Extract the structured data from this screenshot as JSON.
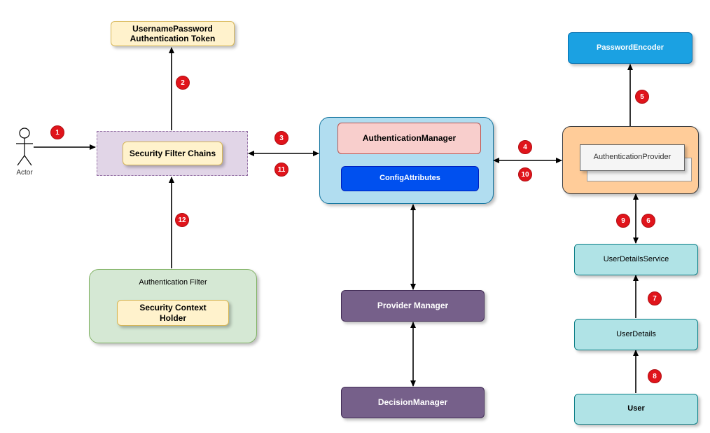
{
  "actor": {
    "label": "Actor"
  },
  "nodes": {
    "token": {
      "label_line1": "UsernamePassword",
      "label_line2": "Authentication Token"
    },
    "filter_chains_box": {
      "label": "Security Filter Chains"
    },
    "auth_manager": {
      "label": "AuthenticationManager"
    },
    "config_attributes": {
      "label": "ConfigAttributes"
    },
    "password_encoder": {
      "label": "PasswordEncoder"
    },
    "auth_provider": {
      "label": "AuthenticationProvider"
    },
    "user_details_service": {
      "label": "UserDetailsService"
    },
    "user_details": {
      "label": "UserDetails"
    },
    "user": {
      "label": "User"
    },
    "auth_filter": {
      "label": "Authentication Filter"
    },
    "security_context_holder": {
      "label_line1": "Security Context",
      "label_line2": "Holder"
    },
    "provider_manager": {
      "label": "Provider Manager"
    },
    "decision_manager": {
      "label": "DecisionManager"
    }
  },
  "steps": [
    "1",
    "2",
    "3",
    "4",
    "5",
    "6",
    "7",
    "8",
    "9",
    "10",
    "11",
    "12"
  ],
  "colors": {
    "token_fill": "#fff2cc",
    "token_border": "#d6b656",
    "chains_fill": "#e1d5e7",
    "chains_border": "#9673a6",
    "manager_fill": "#b1ddf0",
    "manager_border": "#10739e",
    "auth_manager_fill": "#f8cecc",
    "auth_manager_border": "#b85450",
    "config_fill": "#0050ef",
    "config_border": "#001dbc",
    "encoder_fill": "#1ba1e2",
    "encoder_border": "#006eaf",
    "provider_outer_fill": "#ffcc99",
    "provider_outer_border": "#36393d",
    "provider_inner_fill": "#f5f5f5",
    "provider_inner_border": "#666666",
    "service_fill": "#b0e3e6",
    "service_border": "#0e8088",
    "filter_fill": "#d5e8d4",
    "filter_border": "#82b366",
    "purple_fill": "#76608a",
    "purple_border": "#432d57",
    "badge": "#e0141b"
  }
}
